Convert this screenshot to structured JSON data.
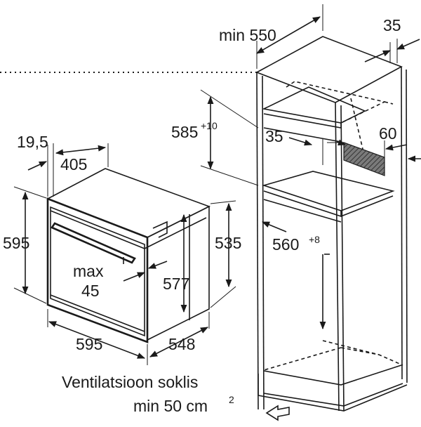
{
  "dimensions": {
    "niche_depth_min": "min 550",
    "niche_side": "35",
    "niche_height": "585",
    "niche_height_tolerance": "+10",
    "shelf_offset": "35",
    "vent_depth": "60",
    "niche_width": "560",
    "niche_width_tolerance": "+8",
    "front_thickness": "19,5",
    "body_depth": "405",
    "oven_height": "595",
    "handle_max": "max",
    "handle_max_value": "45",
    "inner_height": "577",
    "body_height": "535",
    "oven_width": "595",
    "oven_depth": "548"
  },
  "notes": {
    "ventilation_line1": "Ventilatsioon soklis",
    "ventilation_line2": "min 50 cm",
    "ventilation_sup": "2"
  },
  "colors": {
    "ink": "#1a1a1a",
    "vent_fill": "#555555",
    "background": "#ffffff"
  }
}
